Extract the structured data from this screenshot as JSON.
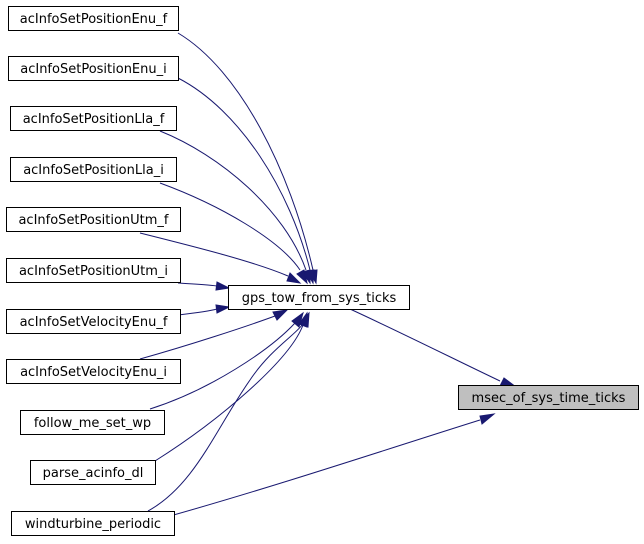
{
  "diagram": {
    "type": "call-graph",
    "colors": {
      "edge": "#191970",
      "node_fill": "#ffffff",
      "node_border": "#000000",
      "highlight_fill": "#bfbfbf"
    },
    "nodes": {
      "n1": "acInfoSetPositionEnu_f",
      "n2": "acInfoSetPositionEnu_i",
      "n3": "acInfoSetPositionLla_f",
      "n4": "acInfoSetPositionLla_i",
      "n5": "acInfoSetPositionUtm_f",
      "n6": "acInfoSetPositionUtm_i",
      "n7": "acInfoSetVelocityEnu_f",
      "n8": "acInfoSetVelocityEnu_i",
      "n9": "follow_me_set_wp",
      "n10": "parse_acinfo_dl",
      "n11": "windturbine_periodic",
      "gps": "gps_tow_from_sys_ticks",
      "msec": "msec_of_sys_time_ticks"
    },
    "edges": [
      {
        "from": "n1",
        "to": "gps"
      },
      {
        "from": "n2",
        "to": "gps"
      },
      {
        "from": "n3",
        "to": "gps"
      },
      {
        "from": "n4",
        "to": "gps"
      },
      {
        "from": "n5",
        "to": "gps"
      },
      {
        "from": "n6",
        "to": "gps"
      },
      {
        "from": "n7",
        "to": "gps"
      },
      {
        "from": "n8",
        "to": "gps"
      },
      {
        "from": "n9",
        "to": "gps"
      },
      {
        "from": "n10",
        "to": "gps"
      },
      {
        "from": "n11",
        "to": "gps"
      },
      {
        "from": "gps",
        "to": "msec"
      },
      {
        "from": "n11",
        "to": "msec"
      }
    ]
  }
}
